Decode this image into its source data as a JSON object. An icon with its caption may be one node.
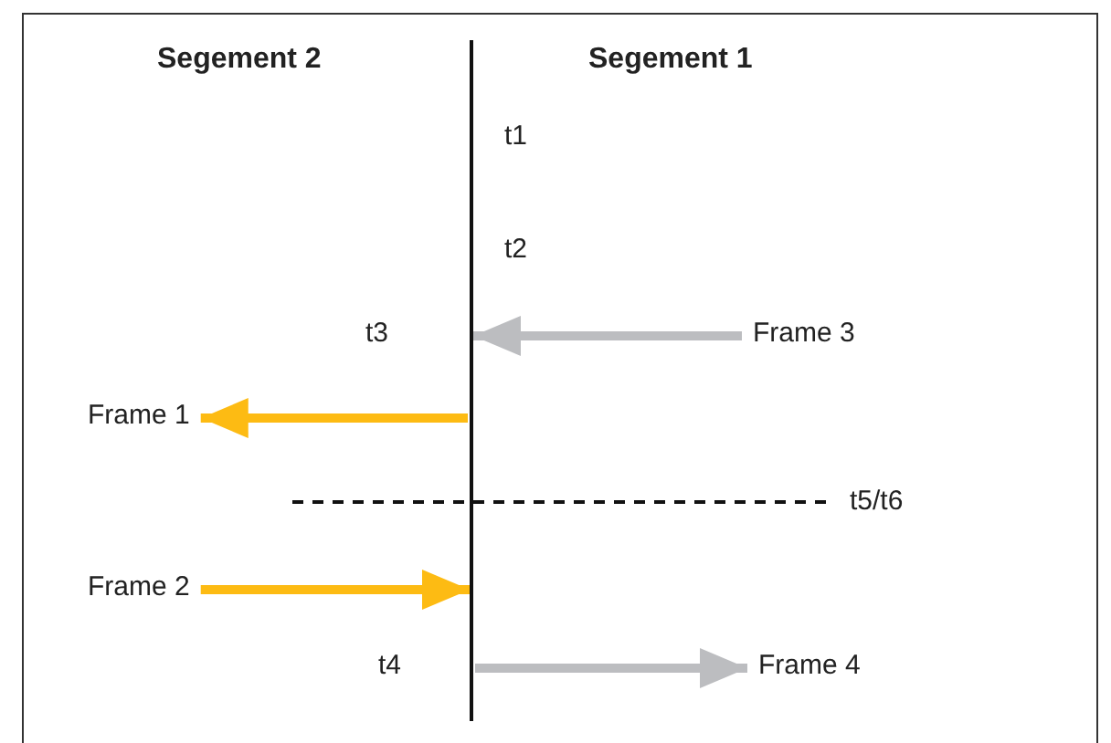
{
  "diagram": {
    "nodes": [
      {
        "text": [],
        "shape": "bar"
      },
      {
        "text": [
          "Frame 3"
        ]
      },
      {
        "text": [
          "Frame 1"
        ]
      },
      {
        "text": [
          "Frame 2"
        ]
      },
      {
        "text": [
          "Frame 4"
        ]
      }
    ],
    "edges": [
      {
        "from": 1,
        "to": 0,
        "arrow": "to",
        "color": "#bcbdc0"
      },
      {
        "from": 0,
        "to": 2,
        "arrow": "to",
        "color": "#fdbb13"
      },
      {
        "from": 3,
        "to": 0,
        "arrow": "to",
        "color": "#fdbb13"
      },
      {
        "from": 0,
        "to": 4,
        "arrow": "to",
        "color": "#bcbdc0"
      }
    ],
    "labels": [
      "Segement 2",
      "Segement 1",
      "t1",
      "t2",
      "t3",
      "t5/t6",
      "t4"
    ]
  }
}
